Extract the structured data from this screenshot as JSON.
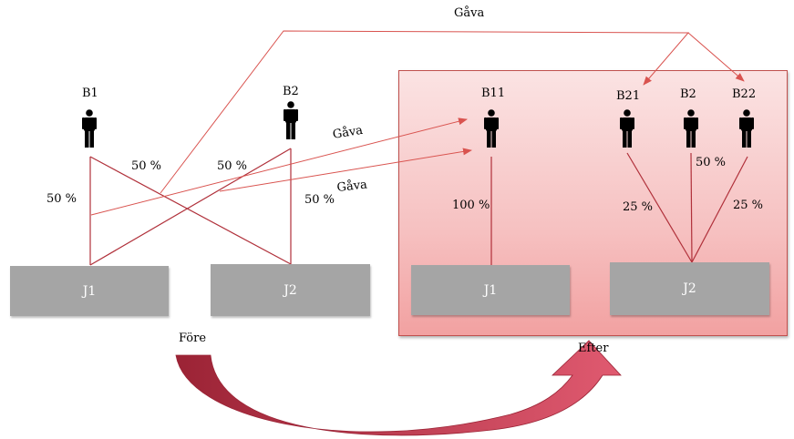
{
  "persons": {
    "b1": "B1",
    "b2_before": "B2",
    "b11": "B11",
    "b21": "B21",
    "b2_after": "B2",
    "b22": "B22"
  },
  "boxes": {
    "j1_before": "J1",
    "j2_before": "J2",
    "j1_after": "J1",
    "j2_after": "J2"
  },
  "percents": {
    "b1_j1": "50 %",
    "b1_j2": "50 %",
    "b2_j1": "50 %",
    "b2_j2": "50 %",
    "b11_j1": "100 %",
    "b21_j2": "25 %",
    "b2_j2_after": "50 %",
    "b22_j2": "25 %"
  },
  "gifts": {
    "top": "Gåva",
    "middle_1": "Gåva",
    "middle_2": "Gåva"
  },
  "phases": {
    "before": "Före",
    "after": "Efter"
  },
  "colors": {
    "line": "#c0504d",
    "panel_border": "#c0504d",
    "box_fill": "#a5a5a5",
    "arrow_dark": "#9b2335",
    "arrow_light": "#e05a70"
  }
}
